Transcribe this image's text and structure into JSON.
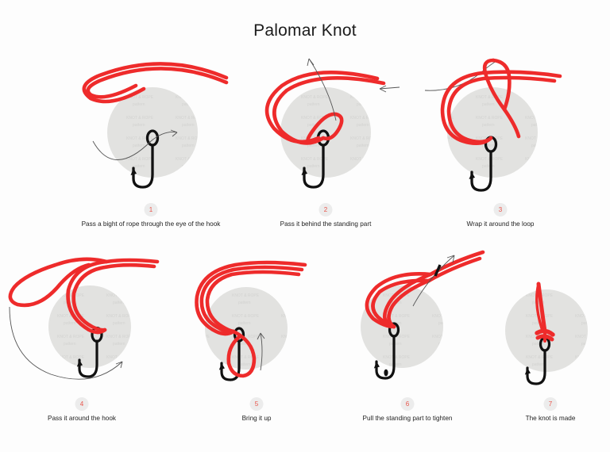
{
  "title": "Palomar Knot",
  "colors": {
    "rope": "#ee2b2b",
    "rope_shadow": "#c8102e",
    "hook": "#111111",
    "arrow": "#555555",
    "disc": "#e2e2e0",
    "badge_bg": "#ececec",
    "badge_text": "#e8544a",
    "background": "#fdfdfd",
    "title_text": "#1b1b1b",
    "caption_text": "#222222"
  },
  "steps": [
    {
      "number": "1",
      "caption": "Pass a bight of rope through the eye of the hook",
      "icon": "rope-bight-over-hook-illustration"
    },
    {
      "number": "2",
      "caption": "Pass it behind the standing part",
      "icon": "rope-behind-standing-part-illustration"
    },
    {
      "number": "3",
      "caption": "Wrap it around the loop",
      "icon": "rope-wrapped-around-loop-illustration"
    },
    {
      "number": "4",
      "caption": "Pass it around the hook",
      "icon": "rope-around-hook-illustration"
    },
    {
      "number": "5",
      "caption": "Bring it up",
      "icon": "rope-brought-up-illustration"
    },
    {
      "number": "6",
      "caption": "Pull the standing part to tighten",
      "icon": "rope-tighten-illustration"
    },
    {
      "number": "7",
      "caption": "The knot is made",
      "icon": "finished-knot-illustration"
    }
  ]
}
